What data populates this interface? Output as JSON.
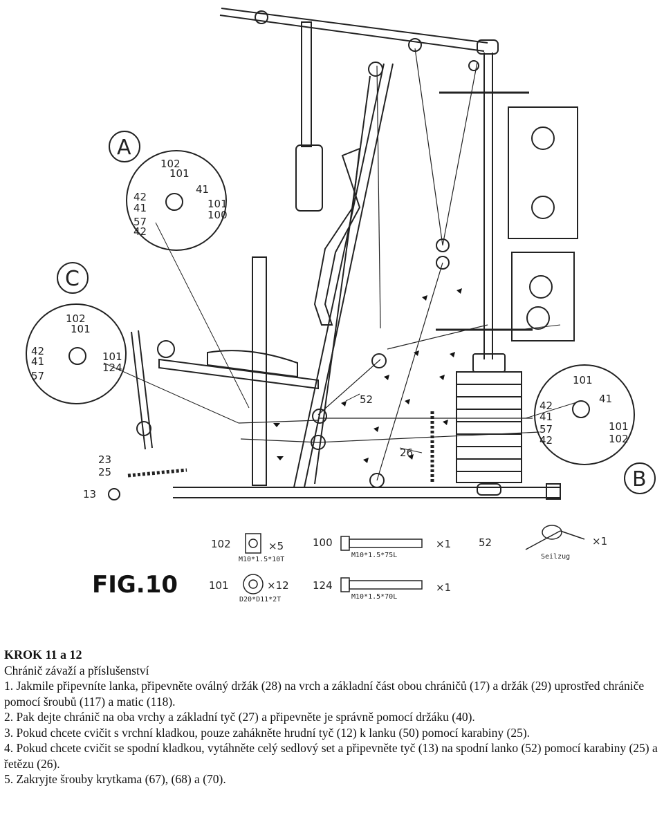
{
  "figure": {
    "fig_label": "FIG.10",
    "callout_a": {
      "letter": "A",
      "labels": [
        "102",
        "101",
        "42",
        "41",
        "57",
        "42",
        "41",
        "101",
        "100"
      ]
    },
    "callout_b": {
      "letter": "B",
      "labels": [
        "101",
        "42",
        "41",
        "41",
        "57",
        "42",
        "101",
        "102"
      ]
    },
    "callout_c": {
      "letter": "C",
      "labels": [
        "102",
        "101",
        "42",
        "41",
        "57",
        "101",
        "124"
      ]
    },
    "part_labels": {
      "p52": "52",
      "p26": "26",
      "p23": "23",
      "p25": "25",
      "p13": "13"
    },
    "parts_list": [
      {
        "num": "102",
        "qty": "×5",
        "spec": "M10*1.5*10T"
      },
      {
        "num": "100",
        "qty": "×1",
        "spec": "M10*1.5*75L"
      },
      {
        "num": "52",
        "qty": "×1",
        "spec": "Seilzug"
      },
      {
        "num": "101",
        "qty": "×12",
        "spec": "D20*D11*2T"
      },
      {
        "num": "124",
        "qty": "×1",
        "spec": "M10*1.5*70L"
      }
    ]
  },
  "instructions": {
    "title": "KROK 11 a 12",
    "subtitle": "Chránič závaží a příslušenství",
    "steps": [
      "1. Jakmile připevníte lanka, připevněte oválný držák (28) na vrch a základní část obou chráničů (17) a držák (29) uprostřed chrániče pomocí šroubů (117) a matic (118).",
      "2. Pak dejte chránič na oba vrchy a základní tyč (27) a připevněte je správně pomocí držáku (40).",
      "3. Pokud chcete cvičit s vrchní kladkou, pouze zahákněte hrudní tyč (12) k lanku (50) pomocí karabiny (25).",
      "4. Pokud chcete cvičit se spodní kladkou, vytáhněte celý sedlový set a připevněte tyč (13) na spodní lanko (52) pomocí karabiny (25) a řetězu (26).",
      "5. Zakryjte šrouby krytkama (67), (68) a (70)."
    ]
  }
}
